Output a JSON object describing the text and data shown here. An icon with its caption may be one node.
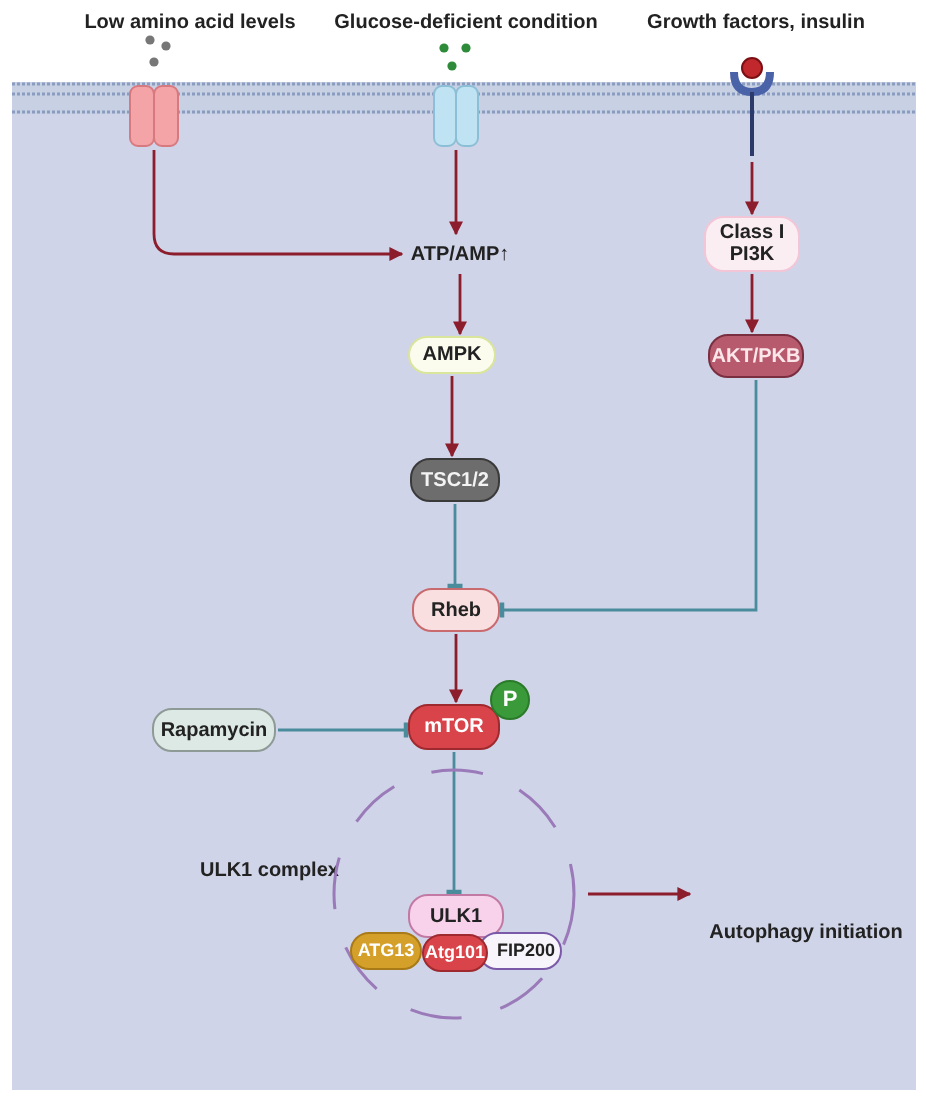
{
  "diagram": {
    "nodes": [
      {
        "text": [
          "Low amino acid levels"
        ]
      },
      {
        "text": [
          "Glucose-deficient condition"
        ]
      },
      {
        "text": [
          "Growth factors, insulin"
        ]
      },
      {
        "text": [],
        "shape": "channel"
      },
      {
        "text": [],
        "shape": "channel"
      },
      {
        "text": [],
        "shape": "receptor"
      },
      {
        "text": [
          "ATP/AMP↑"
        ]
      },
      {
        "text": [
          "Class I PI3K"
        ]
      },
      {
        "text": [
          "AMPK"
        ]
      },
      {
        "text": [
          "AKT/PKB"
        ]
      },
      {
        "text": [
          "TSC1/2"
        ]
      },
      {
        "text": [
          "Rheb"
        ]
      },
      {
        "text": [
          "Rapamycin"
        ]
      },
      {
        "text": [
          "mTOR"
        ]
      },
      {
        "text": [
          "P"
        ]
      },
      {
        "text": [
          "ULK1 complex"
        ]
      },
      {
        "text": [
          "ULK1"
        ],
        "in": 15
      },
      {
        "text": [
          "ATG13"
        ],
        "in": 15
      },
      {
        "text": [
          "Atg101"
        ],
        "in": 15
      },
      {
        "text": [
          "FIP200"
        ],
        "in": 15
      },
      {
        "text": [
          "Autophagy initiation"
        ]
      }
    ],
    "edges": [
      {
        "from": 3,
        "to": 6,
        "arrow": "to"
      },
      {
        "from": 4,
        "to": 6,
        "arrow": "to"
      },
      {
        "from": 5,
        "to": 7,
        "arrow": "to"
      },
      {
        "from": 6,
        "to": 8,
        "arrow": "to"
      },
      {
        "from": 7,
        "to": 9,
        "arrow": "to"
      },
      {
        "from": 8,
        "to": 10,
        "arrow": "to"
      },
      {
        "from": 10,
        "to": 11,
        "arrow": "other",
        "color": "#4b8c9c"
      },
      {
        "from": 9,
        "to": 11,
        "arrow": "other",
        "color": "#4b8c9c"
      },
      {
        "from": 11,
        "to": 13,
        "arrow": "to"
      },
      {
        "from": 12,
        "to": 13,
        "arrow": "other",
        "color": "#4b8c9c"
      },
      {
        "from": 13,
        "to": 16,
        "arrow": "other",
        "color": "#4b8c9c"
      },
      {
        "from": 15,
        "to": 20,
        "arrow": "to"
      }
    ]
  }
}
